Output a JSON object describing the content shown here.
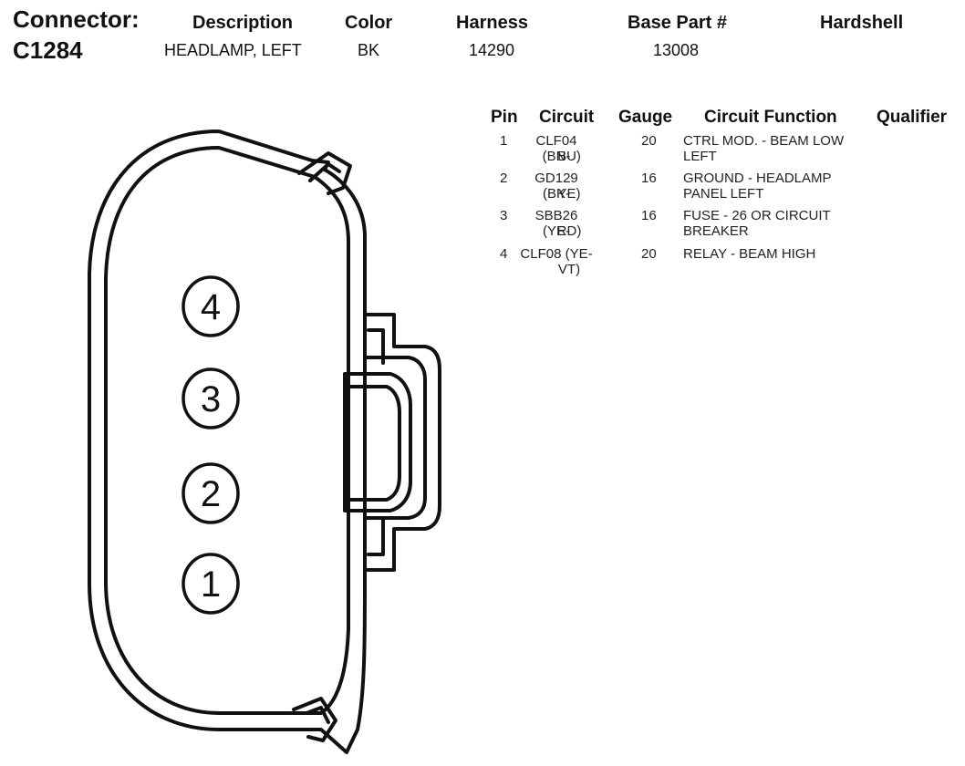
{
  "header": {
    "connector_label": "Connector:",
    "connector_id": "C1284",
    "description_label": "Description",
    "description_value": "HEADLAMP, LEFT",
    "color_label": "Color",
    "color_value": "BK",
    "harness_label": "Harness",
    "harness_value": "14290",
    "base_part_label": "Base Part #",
    "base_part_value": "13008",
    "hardshell_label": "Hardshell"
  },
  "table": {
    "headers": {
      "pin": "Pin",
      "circuit": "Circuit",
      "gauge": "Gauge",
      "function": "Circuit Function",
      "qualifier": "Qualifier"
    },
    "rows": [
      {
        "pin": "1",
        "circuit_l1": "CLF04 (BN-",
        "circuit_l2": "BU)",
        "gauge": "20",
        "func_l1": "CTRL MOD. - BEAM LOW",
        "func_l2": "LEFT"
      },
      {
        "pin": "2",
        "circuit_l1": "GD129 (BK-",
        "circuit_l2": "YE)",
        "gauge": "16",
        "func_l1": "GROUND - HEADLAMP",
        "func_l2": "PANEL LEFT"
      },
      {
        "pin": "3",
        "circuit_l1": "SBB26 (YE-",
        "circuit_l2": "RD)",
        "gauge": "16",
        "func_l1": "FUSE - 26 OR CIRCUIT",
        "func_l2": "BREAKER"
      },
      {
        "pin": "4",
        "circuit_l1": "CLF08 (YE-",
        "circuit_l2": "VT)",
        "gauge": "20",
        "func_l1": "RELAY - BEAM HIGH",
        "func_l2": ""
      }
    ]
  },
  "diagram": {
    "pins": [
      "4",
      "3",
      "2",
      "1"
    ]
  }
}
